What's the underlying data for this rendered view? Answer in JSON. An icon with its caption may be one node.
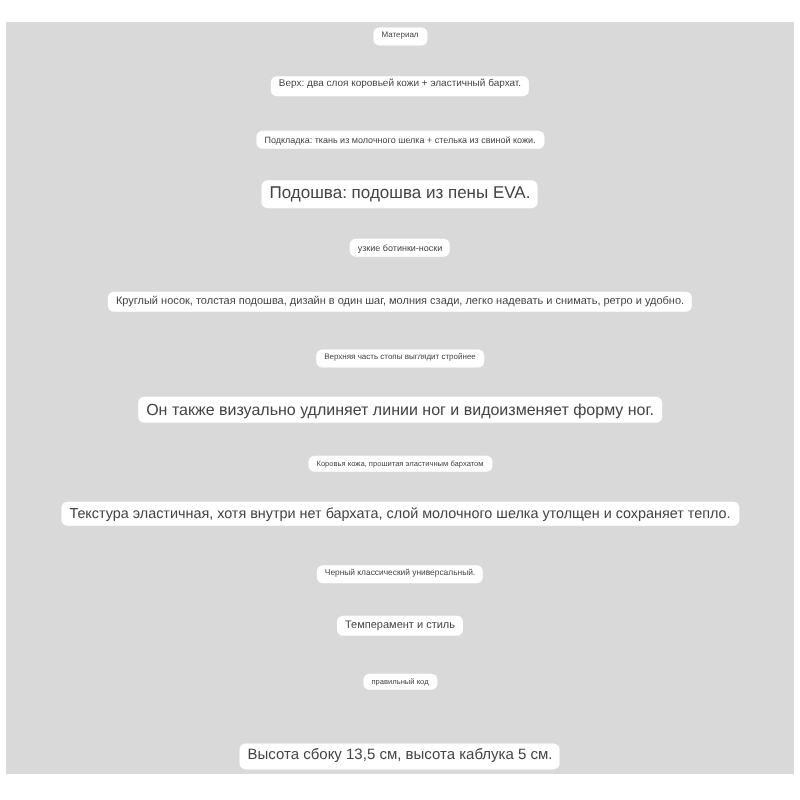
{
  "diagram": {
    "nodes": [
      {
        "text": [
          "Материал"
        ]
      },
      {
        "text": [
          "Верх: два слоя коровьей кожи + эластичный бархат."
        ]
      },
      {
        "text": [
          "Подкладка: ткань из молочного шелка + стелька из свиной кожи."
        ]
      },
      {
        "text": [
          "Подошва: подошва из пены EVA."
        ]
      },
      {
        "text": [
          "узкие ботинки-носки"
        ]
      },
      {
        "text": [
          "Круглый носок, толстая подошва, дизайн в один шаг, молния сзади, легко надевать и снимать, ретро и удобно."
        ]
      },
      {
        "text": [
          "Верхняя часть стопы выглядит стройнее"
        ]
      },
      {
        "text": [
          "Он также визуально удлиняет линии ног и видоизменяет форму ног."
        ]
      },
      {
        "text": [
          "Коровья кожа, прошитая эластичным бархатом"
        ]
      },
      {
        "text": [
          "Текстура эластичная, хотя внутри нет бархата, слой молочного шелка утолщен и сохраняет тепло."
        ]
      },
      {
        "text": [
          "Черный классический универсальный."
        ]
      },
      {
        "text": [
          "Темперамент и стиль"
        ]
      },
      {
        "text": [
          "правильный код"
        ]
      },
      {
        "text": [
          "Высота сбоку 13,5 см, высота каблука 5 см."
        ]
      }
    ]
  }
}
